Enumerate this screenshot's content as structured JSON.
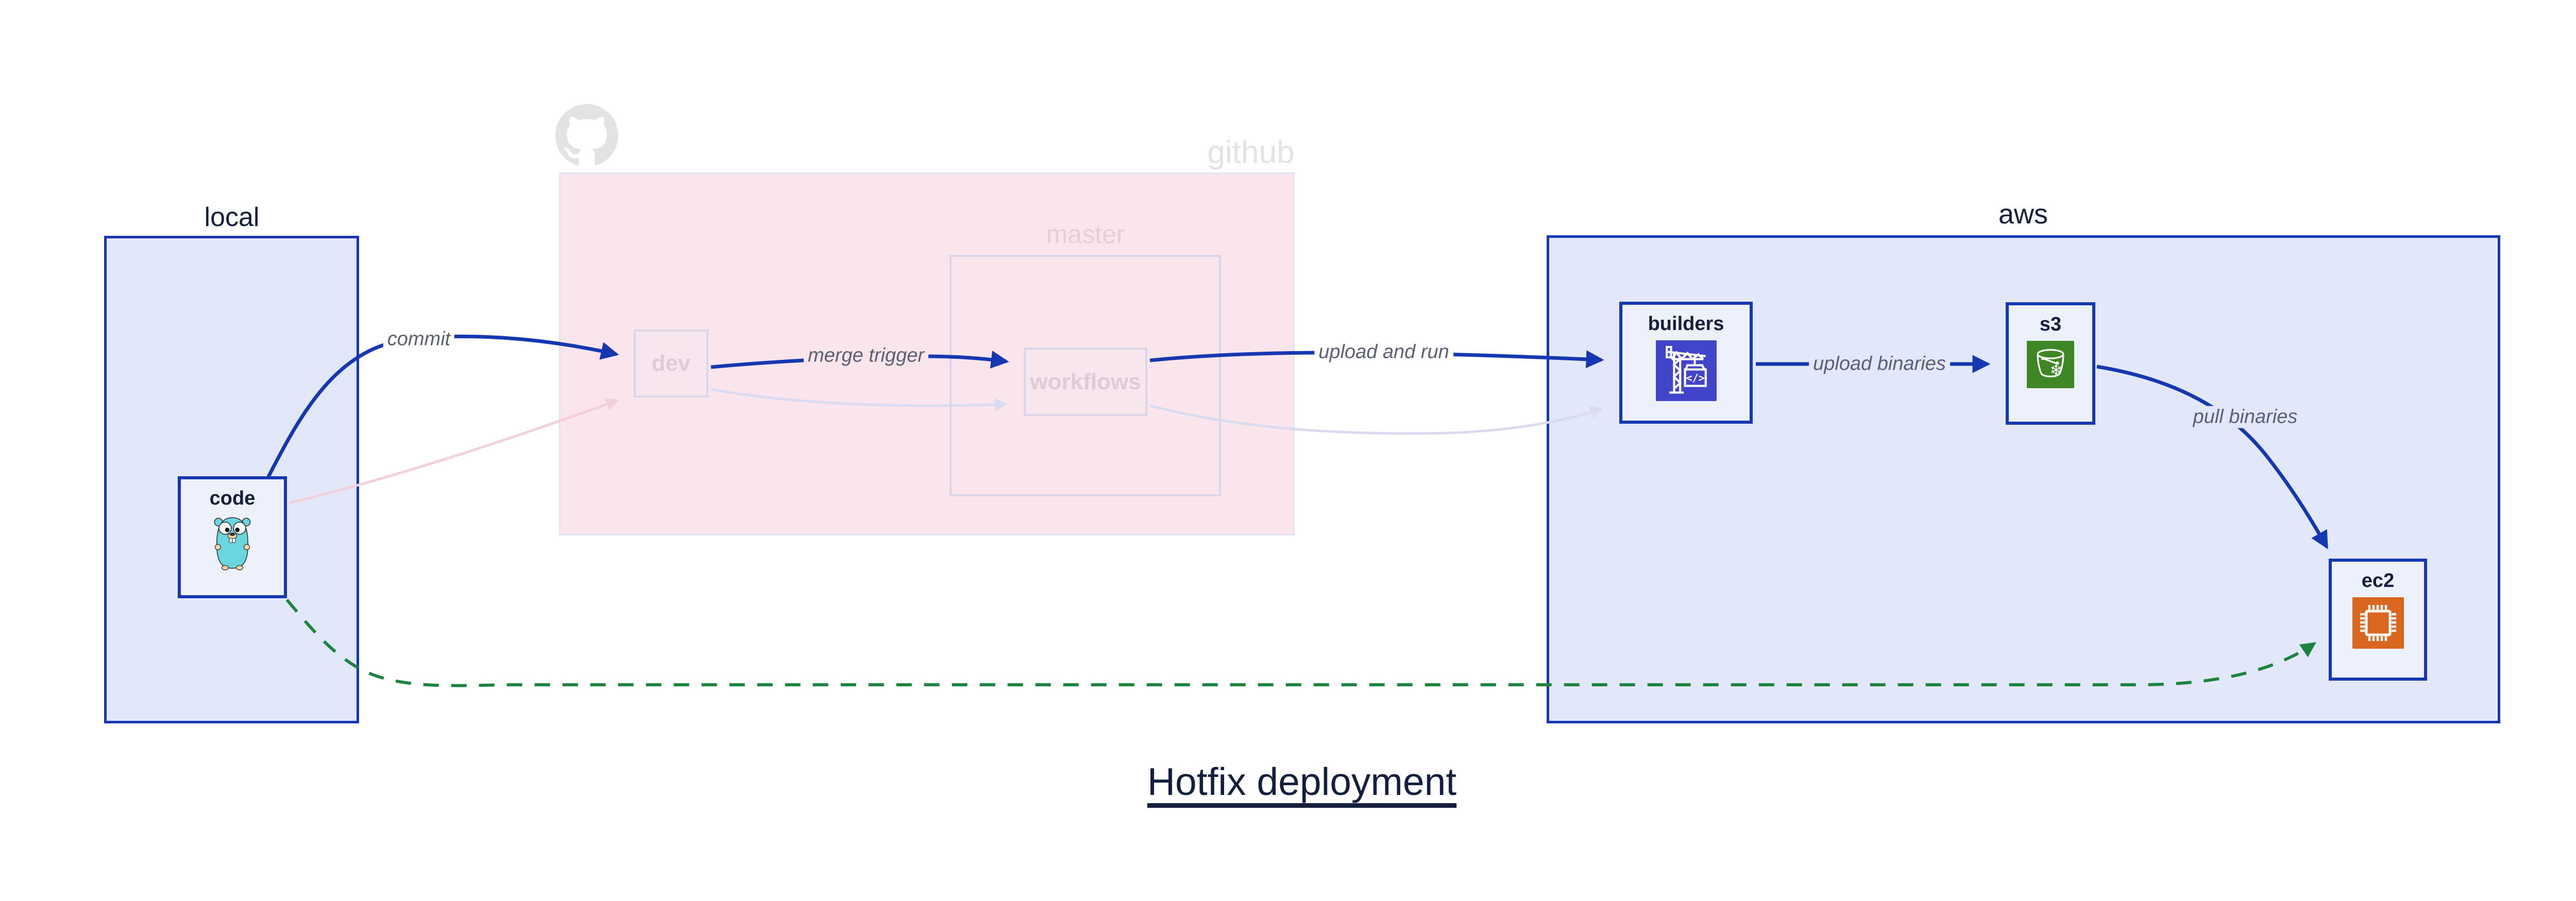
{
  "title": "Hotfix deployment",
  "groups": {
    "local": {
      "label": "local"
    },
    "github": {
      "label": "github",
      "master": {
        "label": "master"
      }
    },
    "aws": {
      "label": "aws"
    }
  },
  "nodes": {
    "code": {
      "label": "code",
      "icon": "go-gopher-icon"
    },
    "dev": {
      "label": "dev"
    },
    "workflows": {
      "label": "workflows"
    },
    "builders": {
      "label": "builders",
      "icon": "aws-codebuild-crane-icon",
      "icon_text": "</>",
      "icon_bg": "#4245c9"
    },
    "s3": {
      "label": "s3",
      "icon": "s3-glacier-bucket-icon",
      "icon_glyph": "❄",
      "icon_bg": "#3f8624"
    },
    "ec2": {
      "label": "ec2",
      "icon": "ec2-chip-icon",
      "icon_bg": "#d9671f"
    }
  },
  "edges": {
    "commit": {
      "from": "code",
      "to": "dev",
      "label": "commit",
      "style": "solid-blue"
    },
    "merge_trigger": {
      "from": "dev",
      "to": "workflows",
      "label": "merge trigger",
      "style": "solid-blue"
    },
    "upload_and_run": {
      "from": "workflows",
      "to": "builders",
      "label": "upload and run",
      "style": "solid-blue"
    },
    "upload_binaries": {
      "from": "builders",
      "to": "s3",
      "label": "upload binaries",
      "style": "solid-blue"
    },
    "pull_binaries": {
      "from": "s3",
      "to": "ec2",
      "label": "pull binaries",
      "style": "solid-blue"
    },
    "hotfix_pull": {
      "from": "code",
      "to": "ec2",
      "label": "",
      "style": "dashed-green"
    },
    "code_to_dev_faded": {
      "from": "code",
      "to": "dev",
      "label": "",
      "style": "faded-pink"
    },
    "dev_to_workflows_faded": {
      "from": "dev",
      "to": "workflows",
      "label": "",
      "style": "faded-lavender"
    },
    "workflows_to_builders_faded": {
      "from": "workflows",
      "to": "builders",
      "label": "",
      "style": "faded-lavender"
    }
  },
  "colors": {
    "blue": "#1537b1",
    "group_fill": "#e2e8f9",
    "node_fill": "#edf1fb",
    "pink_fill": "#f9e5eb",
    "pink_border": "#dfe3f4",
    "inner_border": "#d9d6ea",
    "faded_node_text": "#ddccd7",
    "github_gray": "#e3e3e6",
    "edge_label_gray": "#5b6173",
    "green": "#1c8440",
    "pink_edge": "#f4d0dd",
    "lavender_edge": "#dadbf1",
    "codebuild_bg": "#4245c9",
    "s3_bg": "#3f8624",
    "ec2_bg": "#d9671f",
    "dark_text": "#141f3e",
    "gopher_teal": "#6ad7e0"
  }
}
